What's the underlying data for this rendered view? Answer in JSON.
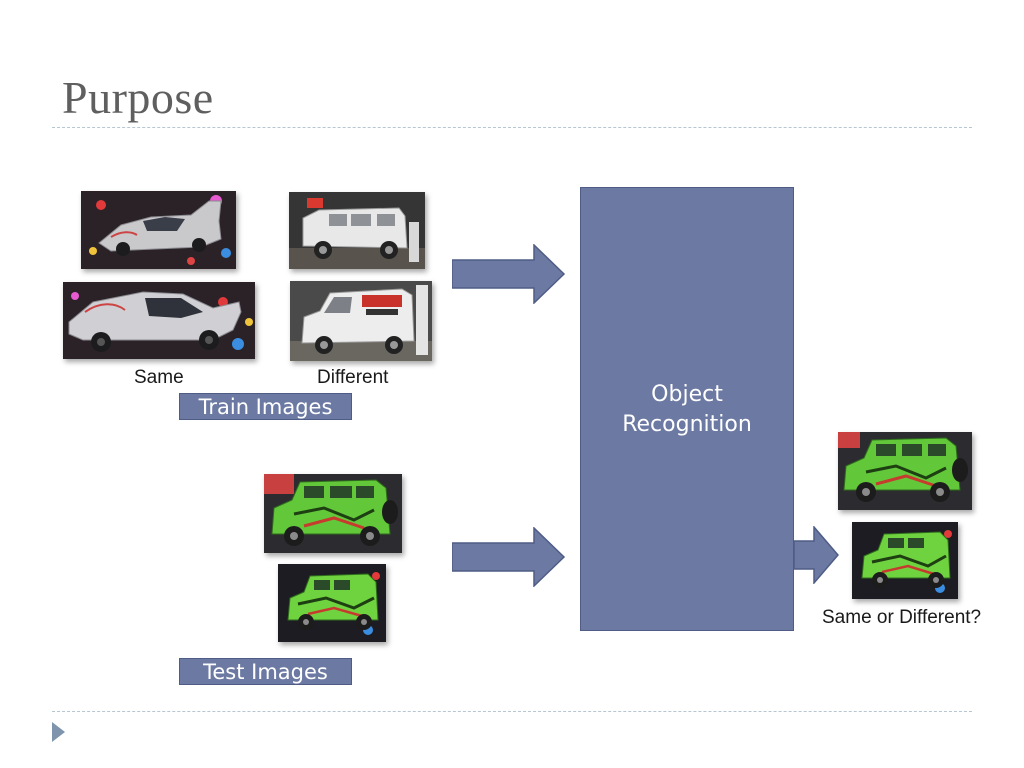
{
  "slide": {
    "title": "Purpose"
  },
  "train": {
    "same_caption": "Same",
    "different_caption": "Different",
    "label": "Train Images",
    "images": [
      {
        "icon": "silver-sports-car-photo"
      },
      {
        "icon": "silver-sports-car-photo"
      },
      {
        "icon": "white-offroad-truck-photo"
      },
      {
        "icon": "white-offroad-truck-photo"
      }
    ]
  },
  "test": {
    "label": "Test Images",
    "images": [
      {
        "icon": "green-offroad-truck-photo"
      },
      {
        "icon": "green-offroad-truck-photo"
      }
    ]
  },
  "recognition": {
    "label": "Object Recognition"
  },
  "output": {
    "caption": "Same or Different?",
    "images": [
      {
        "icon": "green-offroad-truck-photo"
      },
      {
        "icon": "green-offroad-truck-photo"
      }
    ]
  },
  "colors": {
    "box_fill": "#6c7aa3",
    "box_border": "#4f5d86",
    "title": "#5f5f5f",
    "rule": "#b9c6d2"
  }
}
